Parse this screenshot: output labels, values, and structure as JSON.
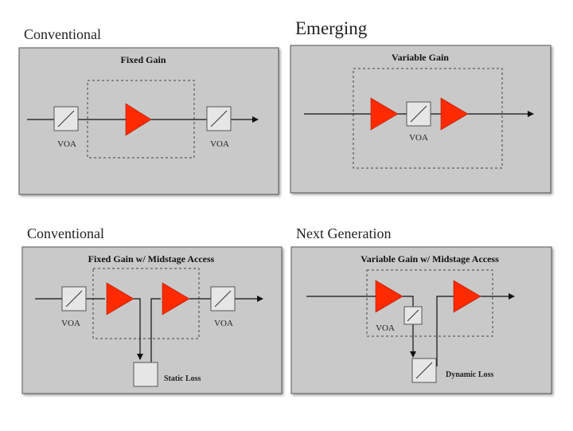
{
  "headings": {
    "top_left": "Conventional",
    "top_right": "Emerging",
    "bottom_left": "Conventional",
    "bottom_right": "Next Generation"
  },
  "panels": {
    "fixed_gain": {
      "title": "Fixed Gain",
      "voa_left": "VOA",
      "voa_right": "VOA"
    },
    "variable_gain": {
      "title": "Variable Gain",
      "voa": "VOA"
    },
    "fixed_midstage": {
      "title": "Fixed Gain w/ Midstage Access",
      "voa_left": "VOA",
      "voa_right": "VOA",
      "loss_label": "Static Loss"
    },
    "variable_midstage": {
      "title": "Variable Gain w/ Midstage Access",
      "voa": "VOA",
      "loss_label": "Dynamic Loss"
    }
  },
  "colors": {
    "panel_bg": "#c9c9c9",
    "amplifier": "#ff2a00",
    "voa_box": "#e6e6e6",
    "line": "#111111"
  },
  "icons": {
    "amplifier": "amplifier-triangle-icon",
    "voa": "voa-attenuator-icon",
    "loss": "loss-box-icon"
  }
}
